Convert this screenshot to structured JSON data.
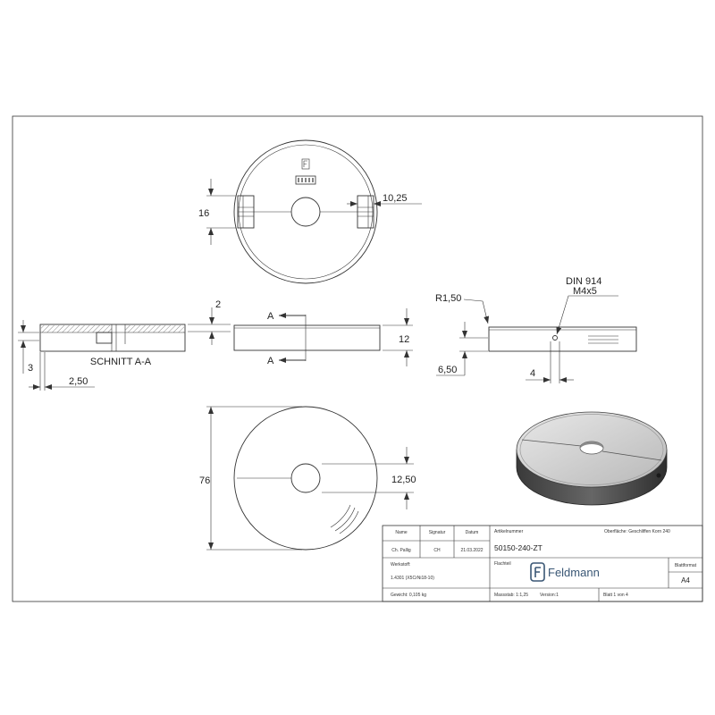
{
  "views": {
    "top": {
      "dim_slot_width": "16",
      "dim_slot_depth": "10,25"
    },
    "section": {
      "title": "SCHNITT A-A",
      "dim_groove_depth": "2",
      "dim_step": "3",
      "dim_wall": "2,50"
    },
    "side": {
      "cut_marker_top": "A",
      "cut_marker_bottom": "A",
      "dim_thickness": "12"
    },
    "detail": {
      "edge_radius": "R1,50",
      "screw_standard": "DIN 914",
      "screw_size": "M4x5",
      "dim_hole_height": "6,50",
      "dim_hole_offset": "4"
    },
    "bottom": {
      "dim_diameter": "76",
      "dim_hole_radius": "12,50"
    }
  },
  "title_block": {
    "header_name": "Name",
    "header_signature": "Signatur",
    "header_date": "Datum",
    "header_article": "Artikelnummer",
    "surface": "Oberfläche:  Geschliffen Korn 240",
    "drawn_by": "Ch. Pallig",
    "signature": "CH",
    "date": "21.03.2022",
    "article_number": "50150-240-ZT",
    "part_type": "Flachteil",
    "material_label": "Werkstoff:",
    "material": "1.4301 (X5CrNi18-10)",
    "logo_text": "Feldmann",
    "sheet_format_label": "Blattformat",
    "sheet_format": "A4",
    "weight": "Gewicht: 0,105 kg",
    "scale": "Massstab: 1:1,25",
    "version": "Version:1",
    "sheet": "Blatt 1 von 4"
  },
  "colors": {
    "line": "#333333",
    "brand": "#3a5775",
    "render_top": "#d4d4d4",
    "render_side": "#4a4a4a"
  }
}
